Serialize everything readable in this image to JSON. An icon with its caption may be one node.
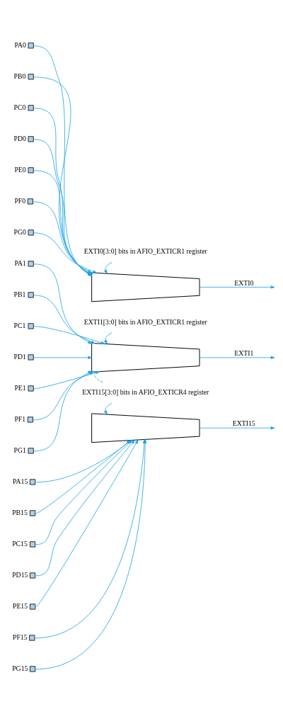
{
  "diagram": {
    "nodes": [
      {
        "text": [
          "EXTI0[3:0] bits in AFIO_EXTICR1 register"
        ]
      },
      {
        "text": [],
        "shape": "box",
        "beside": [
          "PA0"
        ]
      },
      {
        "text": [],
        "shape": "box",
        "beside": [
          "PB0"
        ]
      },
      {
        "text": [],
        "shape": "box",
        "beside": [
          "PC0"
        ]
      },
      {
        "text": [],
        "shape": "box",
        "beside": [
          "PD0"
        ]
      },
      {
        "text": [],
        "shape": "box",
        "beside": [
          "PE0"
        ]
      },
      {
        "text": [],
        "shape": "box",
        "beside": [
          "PF0"
        ]
      },
      {
        "text": [],
        "shape": "box",
        "beside": [
          "PG0"
        ]
      },
      {
        "text": [],
        "shape": "trapezoid"
      },
      {
        "text": [
          "EXTI1[3:0] bits in AFIO_EXTICR1 register"
        ]
      },
      {
        "text": [],
        "shape": "box",
        "beside": [
          "PA1"
        ]
      },
      {
        "text": [],
        "shape": "box",
        "beside": [
          "PB1"
        ]
      },
      {
        "text": [],
        "shape": "box",
        "beside": [
          "PC1"
        ]
      },
      {
        "text": [],
        "shape": "box",
        "beside": [
          "PD1"
        ]
      },
      {
        "text": [],
        "shape": "box",
        "beside": [
          "PE1"
        ]
      },
      {
        "text": [],
        "shape": "box",
        "beside": [
          "PF1"
        ]
      },
      {
        "text": [],
        "shape": "box",
        "beside": [
          "PG1"
        ]
      },
      {
        "text": [],
        "shape": "trapezoid"
      },
      {
        "text": [
          "EXTI15[3:0] bits in AFIO_EXTICR4 register"
        ]
      },
      {
        "text": [],
        "shape": "box",
        "beside": [
          "PA15"
        ]
      },
      {
        "text": [],
        "shape": "box",
        "beside": [
          "PB15"
        ]
      },
      {
        "text": [],
        "shape": "box",
        "beside": [
          "PC15"
        ]
      },
      {
        "text": [],
        "shape": "box",
        "beside": [
          "PD15"
        ]
      },
      {
        "text": [],
        "shape": "box",
        "beside": [
          "PE15"
        ]
      },
      {
        "text": [],
        "shape": "box",
        "beside": [
          "PF15"
        ]
      },
      {
        "text": [],
        "shape": "box",
        "beside": [
          "PG15"
        ]
      },
      {
        "text": [],
        "shape": "trapezoid"
      }
    ],
    "edges": [
      {
        "from": 0,
        "to": 8,
        "arrow": "to"
      },
      {
        "from": 1,
        "to": 8,
        "arrow": "to"
      },
      {
        "from": 2,
        "to": 8,
        "arrow": "to"
      },
      {
        "from": 3,
        "to": 8,
        "arrow": "to"
      },
      {
        "from": 4,
        "to": 8,
        "arrow": "to"
      },
      {
        "from": 5,
        "to": 8,
        "arrow": "to"
      },
      {
        "from": 6,
        "to": 8,
        "arrow": "to"
      },
      {
        "from": 7,
        "to": 8,
        "arrow": "to"
      },
      {
        "from": 8,
        "to": null,
        "arrow": "to",
        "label": "EXTI0"
      },
      {
        "from": 9,
        "to": 17,
        "arrow": "to"
      },
      {
        "from": 10,
        "to": 17,
        "arrow": "to"
      },
      {
        "from": 11,
        "to": 17,
        "arrow": "to"
      },
      {
        "from": 12,
        "to": 17,
        "arrow": "to"
      },
      {
        "from": 13,
        "to": 17,
        "arrow": "to"
      },
      {
        "from": 14,
        "to": 17,
        "arrow": "to"
      },
      {
        "from": 15,
        "to": 17,
        "arrow": "to"
      },
      {
        "from": 16,
        "to": 17,
        "arrow": "to"
      },
      {
        "from": 17,
        "to": null,
        "arrow": "to",
        "label": "EXTI1"
      },
      {
        "from": 17,
        "to": 18,
        "arrow": "none",
        "style": "dashed"
      },
      {
        "from": 18,
        "to": 26,
        "arrow": "to"
      },
      {
        "from": 19,
        "to": 26,
        "arrow": "to"
      },
      {
        "from": 20,
        "to": 26,
        "arrow": "to"
      },
      {
        "from": 21,
        "to": 26,
        "arrow": "to"
      },
      {
        "from": 22,
        "to": 26,
        "arrow": "to"
      },
      {
        "from": 23,
        "to": 26,
        "arrow": "to"
      },
      {
        "from": 24,
        "to": 26,
        "arrow": "to"
      },
      {
        "from": 25,
        "to": 26,
        "arrow": "to"
      },
      {
        "from": 26,
        "to": null,
        "arrow": "to",
        "label": "EXTI15"
      }
    ]
  }
}
